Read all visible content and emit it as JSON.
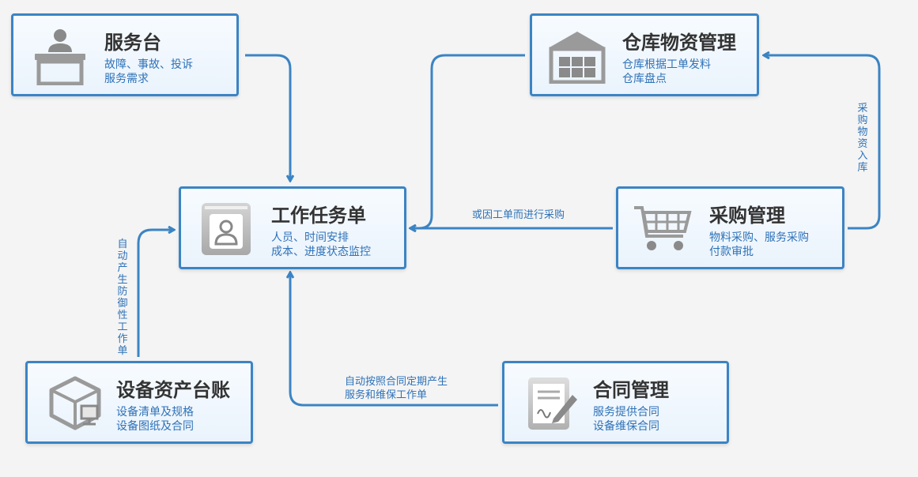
{
  "nodes": {
    "service_desk": {
      "title": "服务台",
      "line1": "故障、事故、投诉",
      "line2": "服务需求"
    },
    "warehouse": {
      "title": "仓库物资管理",
      "line1": "仓库根据工单发料",
      "line2": "仓库盘点"
    },
    "work_order": {
      "title": "工作任务单",
      "line1": "人员、时间安排",
      "line2": "成本、进度状态监控"
    },
    "purchase": {
      "title": "采购管理",
      "line1": "物料采购、服务采购",
      "line2": "付款审批"
    },
    "asset": {
      "title": "设备资产台账",
      "line1": "设备清单及规格",
      "line2": "设备图纸及合同"
    },
    "contract": {
      "title": "合同管理",
      "line1": "服务提供合同",
      "line2": "设备维保合同"
    }
  },
  "connectors": {
    "purchase_to_work_order": "或因工单而进行采购",
    "purchase_to_warehouse": "采购物资入库",
    "asset_to_work_order": "自动产生防御性工作单",
    "contract_to_work_order_line1": "自动按照合同定期产生",
    "contract_to_work_order_line2": "服务和维保工作单"
  },
  "colors": {
    "accent": "#3b84c4",
    "text_blue": "#2e72b8",
    "title": "#333333",
    "icon": "#8a8a8a"
  }
}
